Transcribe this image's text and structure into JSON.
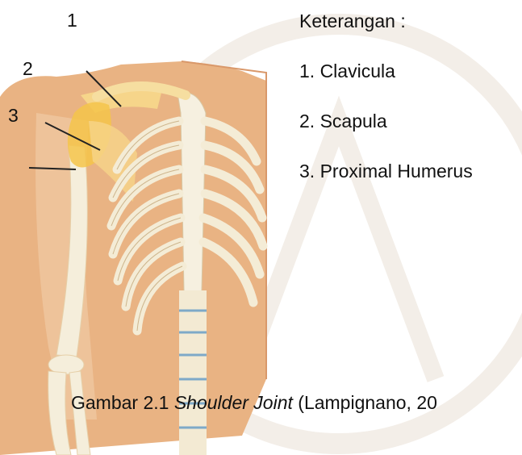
{
  "labels": {
    "one": "1",
    "two": "2",
    "three": "3"
  },
  "legend": {
    "title": "Keterangan :",
    "items": [
      "1. Clavicula",
      "2. Scapula",
      "3. Proximal Humerus"
    ]
  },
  "caption": {
    "prefix": "Gambar 2.1 ",
    "italic": "Shoulder Joint",
    "suffix": " (Lampignano, 20"
  },
  "colors": {
    "skin": "#e9b383",
    "bone": "#f5eedb",
    "highlight": "#f4c44a",
    "watermark": "#f1ece6"
  }
}
